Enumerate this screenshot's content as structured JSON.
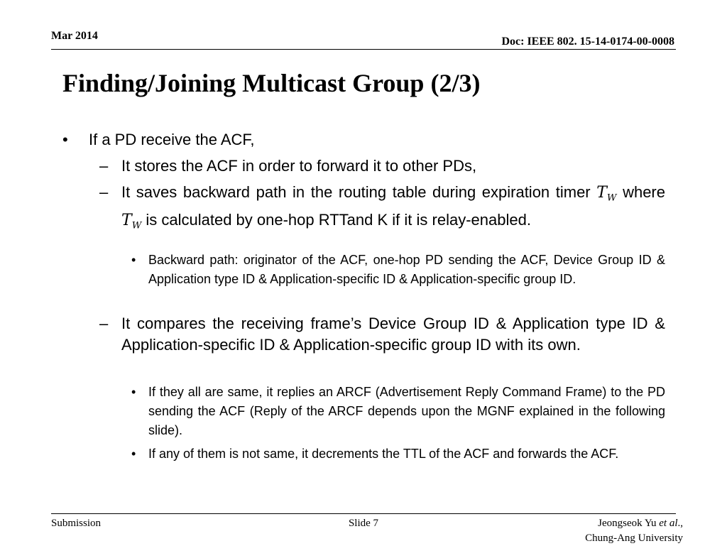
{
  "header": {
    "date": "Mar 2014",
    "doc_id": "Doc: IEEE 802. 15-14-0174-00-0008"
  },
  "slide": {
    "title": "Finding/Joining Multicast Group (2/3)",
    "bullet_1": "If a PD receive the ACF,",
    "sub_1": "It stores the ACF in order to forward it to other PDs,",
    "sub_2": {
      "text_before": "It saves backward path in the routing table during expiration timer",
      "math_1": "T",
      "math_1_sub": "W",
      "text_mid": "where",
      "math_2": "T",
      "math_2_sub": "W",
      "text_after": "is calculated by one-hop RTTand K if it is relay-enabled."
    },
    "sub_2_point_1": "Backward path: originator of the ACF, one-hop PD sending the ACF, Device Group ID & Application type ID & Application-specific ID & Application-specific group ID.",
    "sub_3": "It compares the receiving frame’s Device Group ID & Application type ID & Application-specific ID & Application-specific group ID with its own.",
    "sub_3_point_1": "If they all are same, it replies an ARCF (Advertisement Reply Command Frame) to the PD sending the ACF (Reply of the ARCF depends upon the MGNF explained in the  following slide).",
    "sub_3_point_2": "If any of them is not same, it decrements the TTL of the ACF and forwards the ACF."
  },
  "markers": {
    "level1": "•",
    "level2": "–",
    "level3": "•"
  },
  "footer": {
    "left": "Submission",
    "center": "Slide 7",
    "right_author": "Jeongseok Yu ",
    "right_etal": "et al",
    "right_suffix": ".,",
    "right_affil": "Chung-Ang University"
  }
}
